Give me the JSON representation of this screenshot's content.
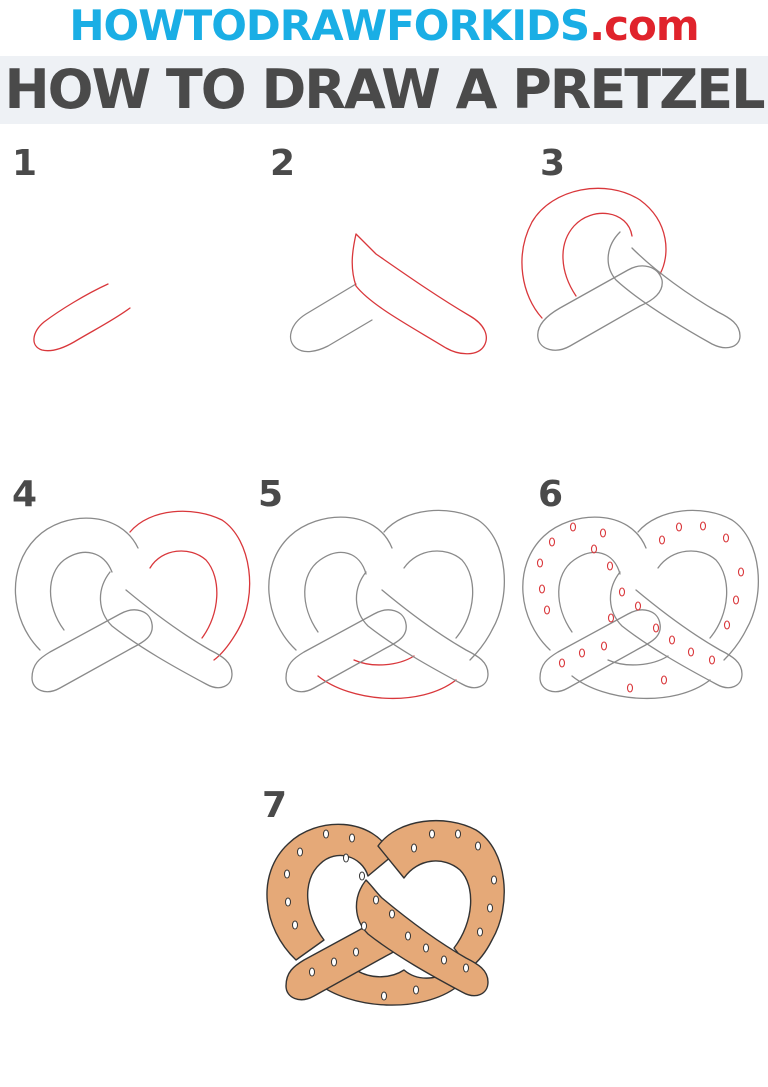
{
  "header": {
    "site_name": "HOWTODRAWFORKIDS",
    "site_tld": ".com",
    "title": "HOW TO DRAW A PRETZEL"
  },
  "steps": [
    {
      "number": "1"
    },
    {
      "number": "2"
    },
    {
      "number": "3"
    },
    {
      "number": "4"
    },
    {
      "number": "5"
    },
    {
      "number": "6"
    },
    {
      "number": "7"
    }
  ],
  "colors": {
    "domain": "#1aaee5",
    "tld": "#e0232c",
    "title": "#4a4a4a",
    "outline": "#8a8a8a",
    "new_line": "#d9373b",
    "pretzel_fill": "#e5a978"
  }
}
